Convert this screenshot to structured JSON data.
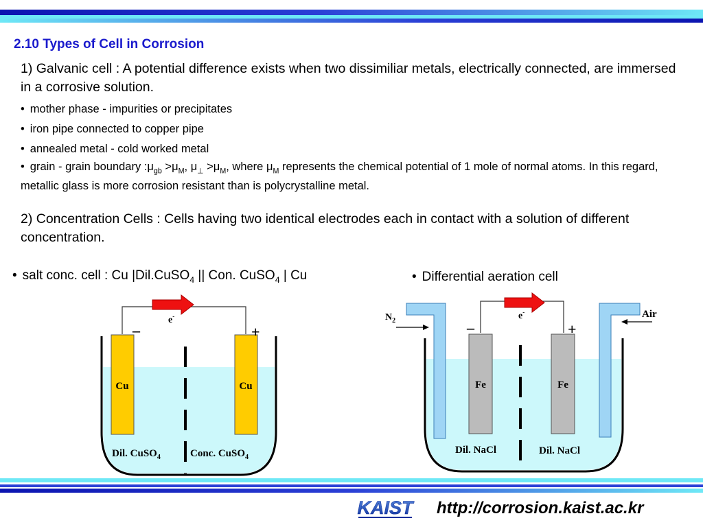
{
  "title": "2.10 Types of Cell in Corrosion",
  "galvanic": {
    "heading": "1) Galvanic cell : A potential difference exists when two dissimiliar metals, electrically connected, are immersed in a corrosive solution.",
    "bullets": [
      "mother phase - impurities or precipitates",
      "iron pipe connected to copper pipe",
      "annealed metal - cold worked metal"
    ],
    "grain": {
      "lead": "grain - grain boundary :",
      "mu": "μ",
      "gb": "gb",
      "gt": " >",
      "M": "M",
      "comma": ", ",
      "perp": "⊥",
      "where": ", where ",
      "rest": " represents the chemical potential of 1 mole of normal atoms. In this regard, metallic glass is more corrosion resistant than is polycrystalline metal."
    }
  },
  "concentration": {
    "heading": "2) Concentration Cells : Cells having two identical electrodes each in contact with a solution of different concentration."
  },
  "salt_cell": {
    "caption_a": "salt conc. cell : Cu |Dil.CuSO",
    "caption_sub1": "4",
    "caption_b": " || Con. CuSO",
    "caption_sub2": "4",
    "caption_c": " | Cu",
    "electron": "e",
    "electron_sup": "-",
    "minus": "–",
    "plus": "+",
    "left_electrode": "Cu",
    "right_electrode": "Cu",
    "left_solution": "Dil. CuSO",
    "left_solution_sub": "4",
    "right_solution": "Conc. CuSO",
    "right_solution_sub": "4"
  },
  "aeration_cell": {
    "caption": "Differential aeration cell",
    "gas_left": "N",
    "gas_left_sub": "2",
    "gas_right": "Air",
    "electron": "e",
    "electron_sup": "-",
    "minus": "–",
    "plus": "+",
    "left_electrode": "Fe",
    "right_electrode": "Fe",
    "left_solution": "Dil. NaCl",
    "right_solution": "Dil. NaCl"
  },
  "footer": {
    "logo_text": "KAIST",
    "url": "http://corrosion.kaist.ac.kr"
  },
  "colors": {
    "title": "#1a1acc",
    "band_blue": "#2a3fd6",
    "band_light": "#6ee8f6",
    "solution": "#ccf8fb",
    "copper_electrode": "#ffcc00",
    "iron_electrode": "#bbbbbb",
    "arrow": "#ee1111",
    "tube": "#9fd5f5"
  }
}
